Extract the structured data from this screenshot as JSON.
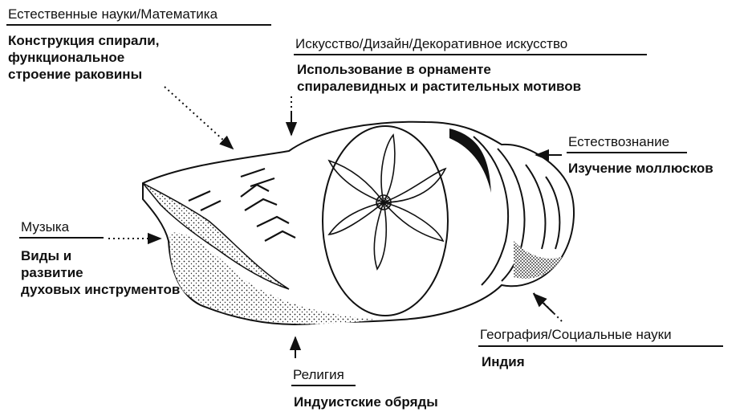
{
  "labels": {
    "science_math": {
      "category": "Естественные науки/Математика",
      "description": "Конструкция спирали,\nфункциональное\nстроение раковины"
    },
    "art": {
      "category": "Искусство/Дизайн/Декоративное искусство",
      "description": "Использование в орнаменте\nспиралевидных и растительных мотивов"
    },
    "natural_history": {
      "category": "Естествознание",
      "description": "Изучение моллюсков"
    },
    "music": {
      "category": "Музыка",
      "description": "Виды и\nразвитие\nдуховых инструментов"
    },
    "geography": {
      "category": "География/Социальные науки",
      "description": "Индия"
    },
    "religion": {
      "category": "Религия",
      "description": "Индуистские обряды"
    }
  }
}
